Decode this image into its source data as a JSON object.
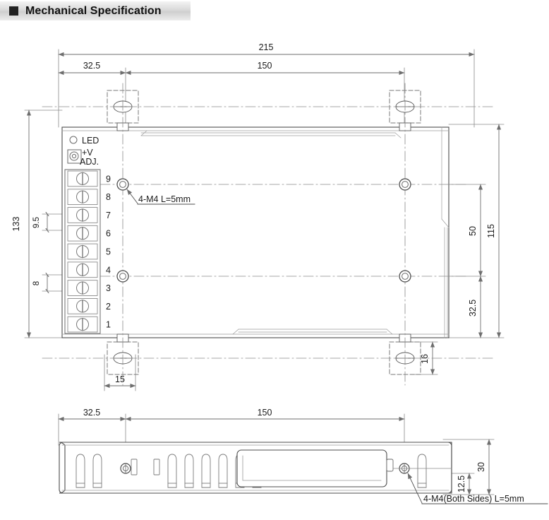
{
  "header": {
    "title": "Mechanical Specification",
    "bullet_icon": "filled-square-icon",
    "bar_color": "#d9d9d9"
  },
  "drawing": {
    "line_color": "#4d4d4d",
    "dim_color": "#7a7a7a",
    "views": {
      "top": {
        "name": "top-view",
        "callout": "4-M4 L=5mm",
        "labels": {
          "led": "LED",
          "adj_line1": "+V",
          "adj_line2": "ADJ."
        },
        "terminal_numbers": [
          "9",
          "8",
          "7",
          "6",
          "5",
          "4",
          "3",
          "2",
          "1"
        ],
        "dimensions": {
          "overall_width": "215",
          "mount_offset_left": "32.5",
          "mount_span": "150",
          "overall_height": "133",
          "terminal_pitch": "9.5",
          "terminal_edge": "8",
          "right_overall": "115",
          "right_upper": "50",
          "right_lower": "32.5",
          "bracket_width": "15",
          "bracket_height": "16"
        }
      },
      "side": {
        "name": "side-view",
        "callout": "4-M4(Both Sides) L=5mm",
        "dimensions": {
          "mount_offset_left": "32.5",
          "mount_span": "150",
          "overall_depth": "30",
          "screw_height": "12.5"
        }
      }
    }
  }
}
